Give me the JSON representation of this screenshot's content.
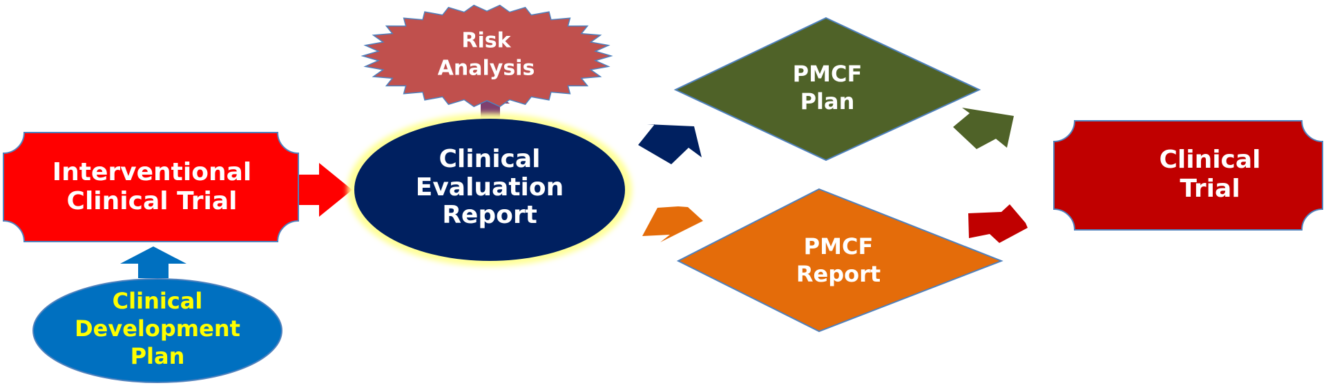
{
  "nodes": {
    "interventional_trial": {
      "line1": "Interventional",
      "line2": "Clinical Trial"
    },
    "development_plan": {
      "line1": "Clinical",
      "line2": "Development",
      "line3": "Plan"
    },
    "evaluation_report": {
      "line1": "Clinical",
      "line2": "Evaluation",
      "line3": "Report"
    },
    "risk_analysis": {
      "line1": "Risk",
      "line2": "Analysis"
    },
    "pmcf_plan": {
      "line1": "PMCF",
      "line2": "Plan"
    },
    "pmcf_report": {
      "line1": "PMCF",
      "line2": "Report"
    },
    "clinical_trial": {
      "line1": "Clinical",
      "line2": "Trial"
    }
  },
  "colors": {
    "interventional_trial": "#ff0000",
    "development_plan": "#0070c0",
    "development_plan_text": "#ffff00",
    "evaluation_report": "#002060",
    "evaluation_glow": "#ffff99",
    "risk_analysis": "#c0504d",
    "risk_arrow": "#7f3f6e",
    "pmcf_plan": "#4f6228",
    "pmcf_report": "#e46c0a",
    "clinical_trial": "#c00000",
    "outline": "#4f81bd",
    "text_light": "#ffffff"
  }
}
